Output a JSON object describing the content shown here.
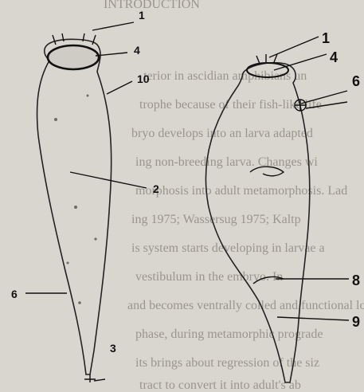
{
  "background_text": [
    "INTRODUCTION",
    "terior in ascidian amphibians un",
    "trophe because of their fish-like life",
    "bryo develops into an larva adapted",
    "ing non-breeding larva. Changes wi",
    "morphosis into adult metamorphosis. Lad",
    "ing 1975; Wassersug 1975; Kaltp",
    "is system starts developing in larvae a",
    "vestibulum in the embryo. In",
    "and becomes ventrally coiled and functional lo",
    "phase, during metamorphic prograde",
    "its brings about regression of the siz",
    "tract to convert it into adult's ab"
  ],
  "left_specimen": {
    "labels": {
      "l1": "1",
      "l4": "4",
      "l10": "10",
      "l2": "2",
      "l6": "6",
      "l3": "3"
    }
  },
  "right_specimen": {
    "labels": {
      "r1": "1",
      "r4": "4",
      "r6": "6",
      "r8": "8",
      "r9": "9"
    }
  },
  "colors": {
    "paper": "#d9d6cf",
    "ink": "#111111",
    "stipple": "#8f8b83"
  }
}
